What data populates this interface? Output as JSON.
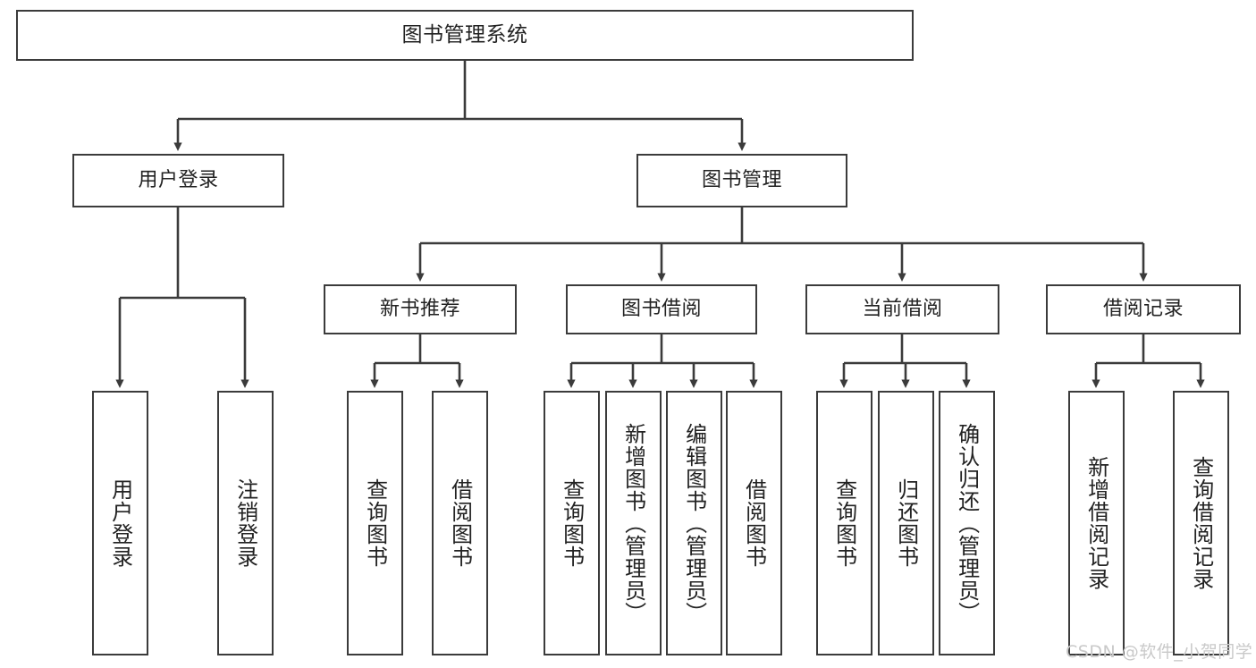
{
  "diagram": {
    "title": "图书管理系统",
    "type": "功能结构图",
    "stroke_color": "#3b3b3b",
    "background_color": "#ffffff",
    "text_color": "#222222"
  },
  "root": {
    "label": "图书管理系统"
  },
  "level1": [
    {
      "label": "用户登录"
    },
    {
      "label": "图书管理"
    }
  ],
  "level2": [
    {
      "label": "新书推荐"
    },
    {
      "label": "图书借阅"
    },
    {
      "label": "当前借阅"
    },
    {
      "label": "借阅记录"
    }
  ],
  "leaves": {
    "user_login": [
      {
        "label": "用户登录"
      },
      {
        "label": "注销登录"
      }
    ],
    "new_book_recommend": [
      {
        "label": "查询图书"
      },
      {
        "label": "借阅图书"
      }
    ],
    "book_borrow": [
      {
        "label": "查询图书"
      },
      {
        "label": "新增图书（管理员）"
      },
      {
        "label": "编辑图书（管理员）"
      },
      {
        "label": "借阅图书"
      }
    ],
    "current_borrow": [
      {
        "label": "查询图书"
      },
      {
        "label": "归还图书"
      },
      {
        "label": "确认归还（管理员）"
      }
    ],
    "borrow_record": [
      {
        "label": "新增借阅记录"
      },
      {
        "label": "查询借阅记录"
      }
    ]
  },
  "watermark": {
    "text": "CSDN @软件_小贺同学"
  }
}
